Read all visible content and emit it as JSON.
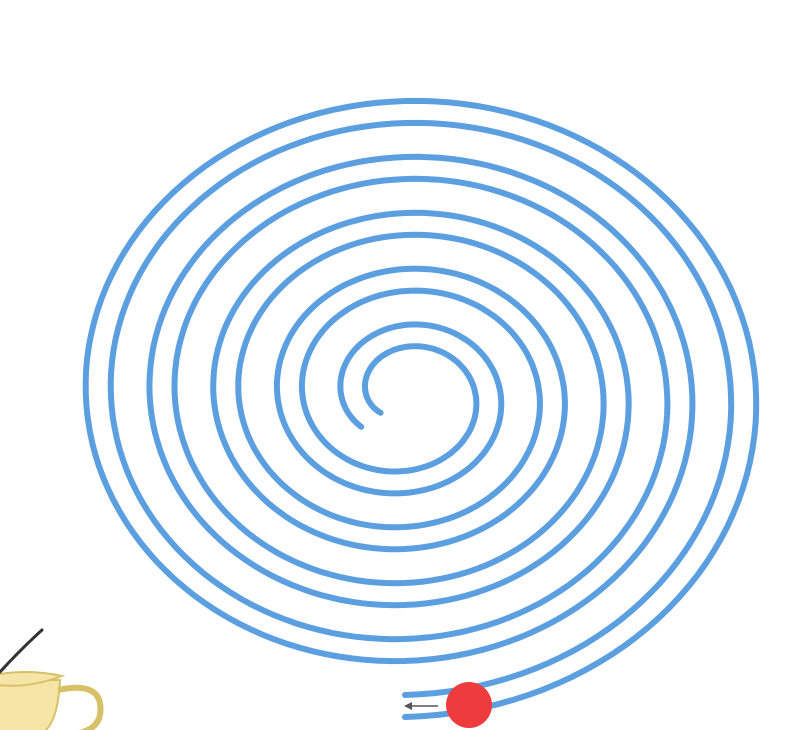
{
  "colors": {
    "background": "#ffffff",
    "track": "#5b9fe0",
    "start_marker": "#ee3b3e",
    "direction_arrow": "#555555",
    "cup_fill": "#f5e6a8",
    "cup_stroke": "#d8c066",
    "spoon": "#333333"
  },
  "icons": {
    "start_marker": "red-dot",
    "direction_arrow": "left-arrow",
    "cup": "teacup-icon",
    "spoon": "spoon-icon"
  },
  "puzzle": {
    "type": "spiral-maze",
    "turns": 5
  }
}
